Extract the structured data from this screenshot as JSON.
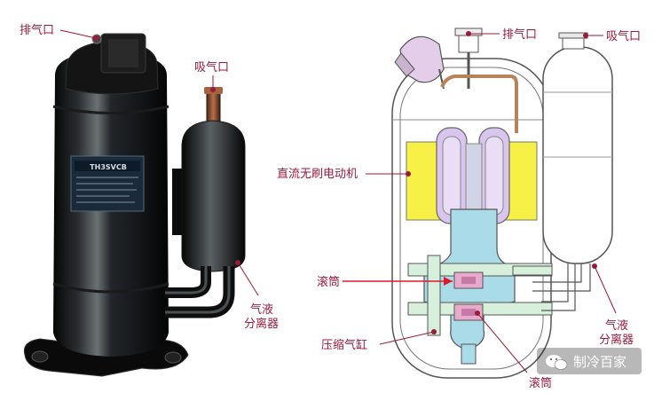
{
  "labels": {
    "photo_exhaust": "排气口",
    "photo_suction": "吸气口",
    "photo_separator_line1": "气液",
    "photo_separator_line2": "分离器",
    "diagram_exhaust": "排气口",
    "diagram_suction": "吸气口",
    "diagram_motor": "直流无刷电动机",
    "diagram_roller_left": "滚筒",
    "diagram_cylinder": "压缩气缸",
    "diagram_roller_bottom": "滚筒",
    "diagram_separator_line1": "气液",
    "diagram_separator_line2": "分离器"
  },
  "photo": {
    "model_text": "TH3SVCB"
  },
  "watermark": {
    "text": "制冷百家"
  },
  "colors": {
    "label": "#9a1a3a",
    "motor_yellow": "#f7f046",
    "shaft_blue": "#a9dbe8",
    "pipe_green": "#d6f0dc",
    "coil_purple": "#d9c6ee",
    "roller_pink": "#e8aacb"
  }
}
